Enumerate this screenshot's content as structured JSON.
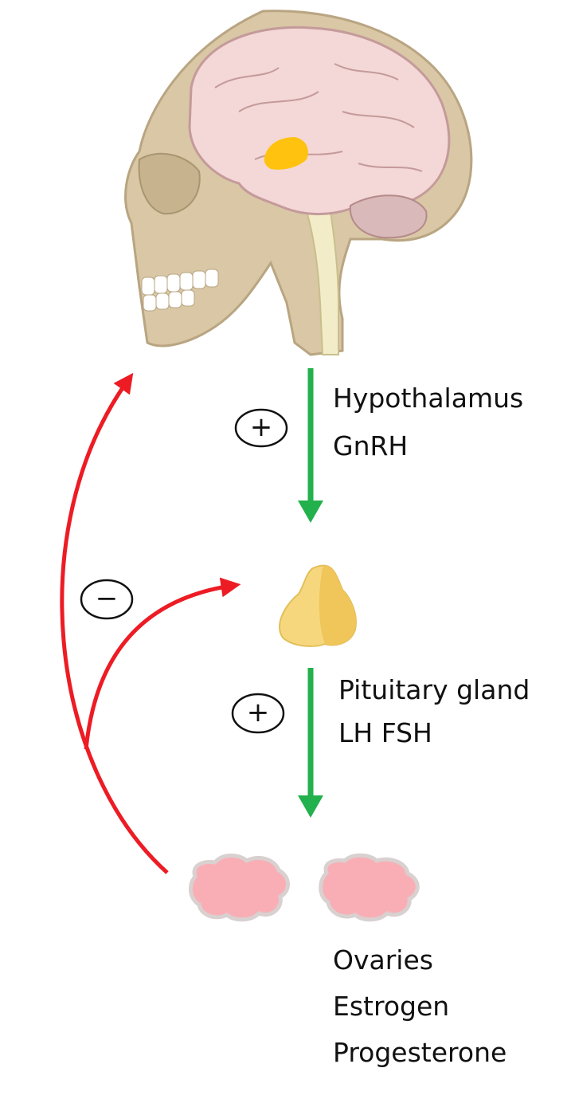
{
  "colors": {
    "stimulate_arrow": "#22b14c",
    "inhibit_arrow": "#ed1c24",
    "hypothalamus_highlight": "#ffc20e",
    "skull": "#d9c7a6",
    "brain": "#f4d7d7",
    "pituitary": "#f6d77d",
    "ovary": "#f9aeb5"
  },
  "labels": {
    "hypothalamus": "Hypothalamus",
    "gnrh": "GnRH",
    "pituitary": "Pituitary gland",
    "lh_fsh": "LH FSH",
    "ovaries": "Ovaries",
    "estrogen": "Estrogen",
    "progesterone": "Progesterone"
  },
  "symbols": {
    "plus_top": "+",
    "plus_middle": "+",
    "minus": "−"
  },
  "icons": [
    "skull-icon",
    "brain-icon",
    "hypothalamus-icon",
    "pituitary-icon",
    "ovary-icon"
  ]
}
